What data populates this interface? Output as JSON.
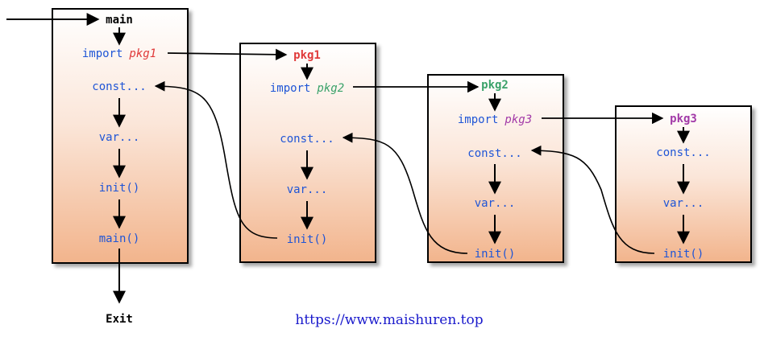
{
  "boxes": {
    "main": {
      "title": "main",
      "import_kw": "import",
      "import_pkg": "pkg1",
      "const": "const...",
      "var": "var...",
      "init": "init()",
      "main_call": "main()"
    },
    "pkg1": {
      "title": "pkg1",
      "import_kw": "import",
      "import_pkg": "pkg2",
      "const": "const...",
      "var": "var...",
      "init": "init()"
    },
    "pkg2": {
      "title": "pkg2",
      "import_kw": "import",
      "import_pkg": "pkg3",
      "const": "const...",
      "var": "var...",
      "init": "init()"
    },
    "pkg3": {
      "title": "pkg3",
      "const": "const...",
      "var": "var...",
      "init": "init()"
    }
  },
  "exit_label": "Exit",
  "footer_url": "https://www.maishuren.top",
  "colors": {
    "keyword": "#1f55d6",
    "pkg1": "#e03a3a",
    "pkg2": "#3aa26a",
    "pkg3": "#a23aa8",
    "box_top": "#ffffff",
    "box_bottom": "#f2b48c"
  }
}
